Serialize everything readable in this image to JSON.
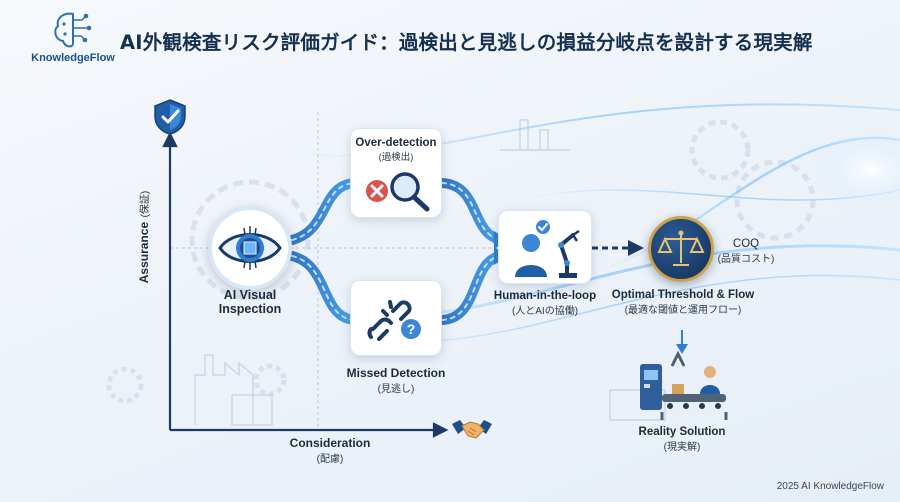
{
  "header": {
    "logo_text": "KnowledgeFlow",
    "title": "AI外観検査リスク評価ガイド：過検出と見逃しの損益分岐点を設計する現実解"
  },
  "axes": {
    "y_label": "Assurance",
    "y_label_sub": "(保証)",
    "x_label": "Consideration",
    "x_label_sub": "(配慮)"
  },
  "nodes": {
    "inspection": {
      "label_line1": "AI Visual",
      "label_line2": "Inspection"
    },
    "over_detection": {
      "label": "Over-detection",
      "sub": "(過検出)"
    },
    "missed_detection": {
      "label": "Missed Detection",
      "sub": "(見逃し)"
    },
    "human_loop": {
      "label": "Human-in-the-loop",
      "sub": "(人とAIの協働)"
    },
    "coq": {
      "label": "COQ",
      "sub": "(品質コスト)"
    },
    "threshold": {
      "label": "Optimal Threshold & Flow",
      "sub": "(最適な閾値と運用フロー)"
    },
    "reality": {
      "label": "Reality Solution",
      "sub": "(現実解)"
    }
  },
  "icons": {
    "logo": "brain-circuit-icon",
    "shield": "shield-check-icon",
    "eye": "eye-chip-icon",
    "error": "error-x-icon",
    "magnifier": "magnifier-icon",
    "broken_link": "broken-chain-icon",
    "question": "question-icon",
    "operator": "operator-robot-icon",
    "scales": "balance-scales-icon",
    "line": "production-line-icon",
    "handshake": "handshake-icon"
  },
  "colors": {
    "primary": "#1b4f8a",
    "accent": "#2f7fd0",
    "flow": "#3d8fe0",
    "error": "#d9534f",
    "navy": "#1d3a66"
  },
  "footer": {
    "copyright": "2025 AI KnowledgeFlow"
  }
}
